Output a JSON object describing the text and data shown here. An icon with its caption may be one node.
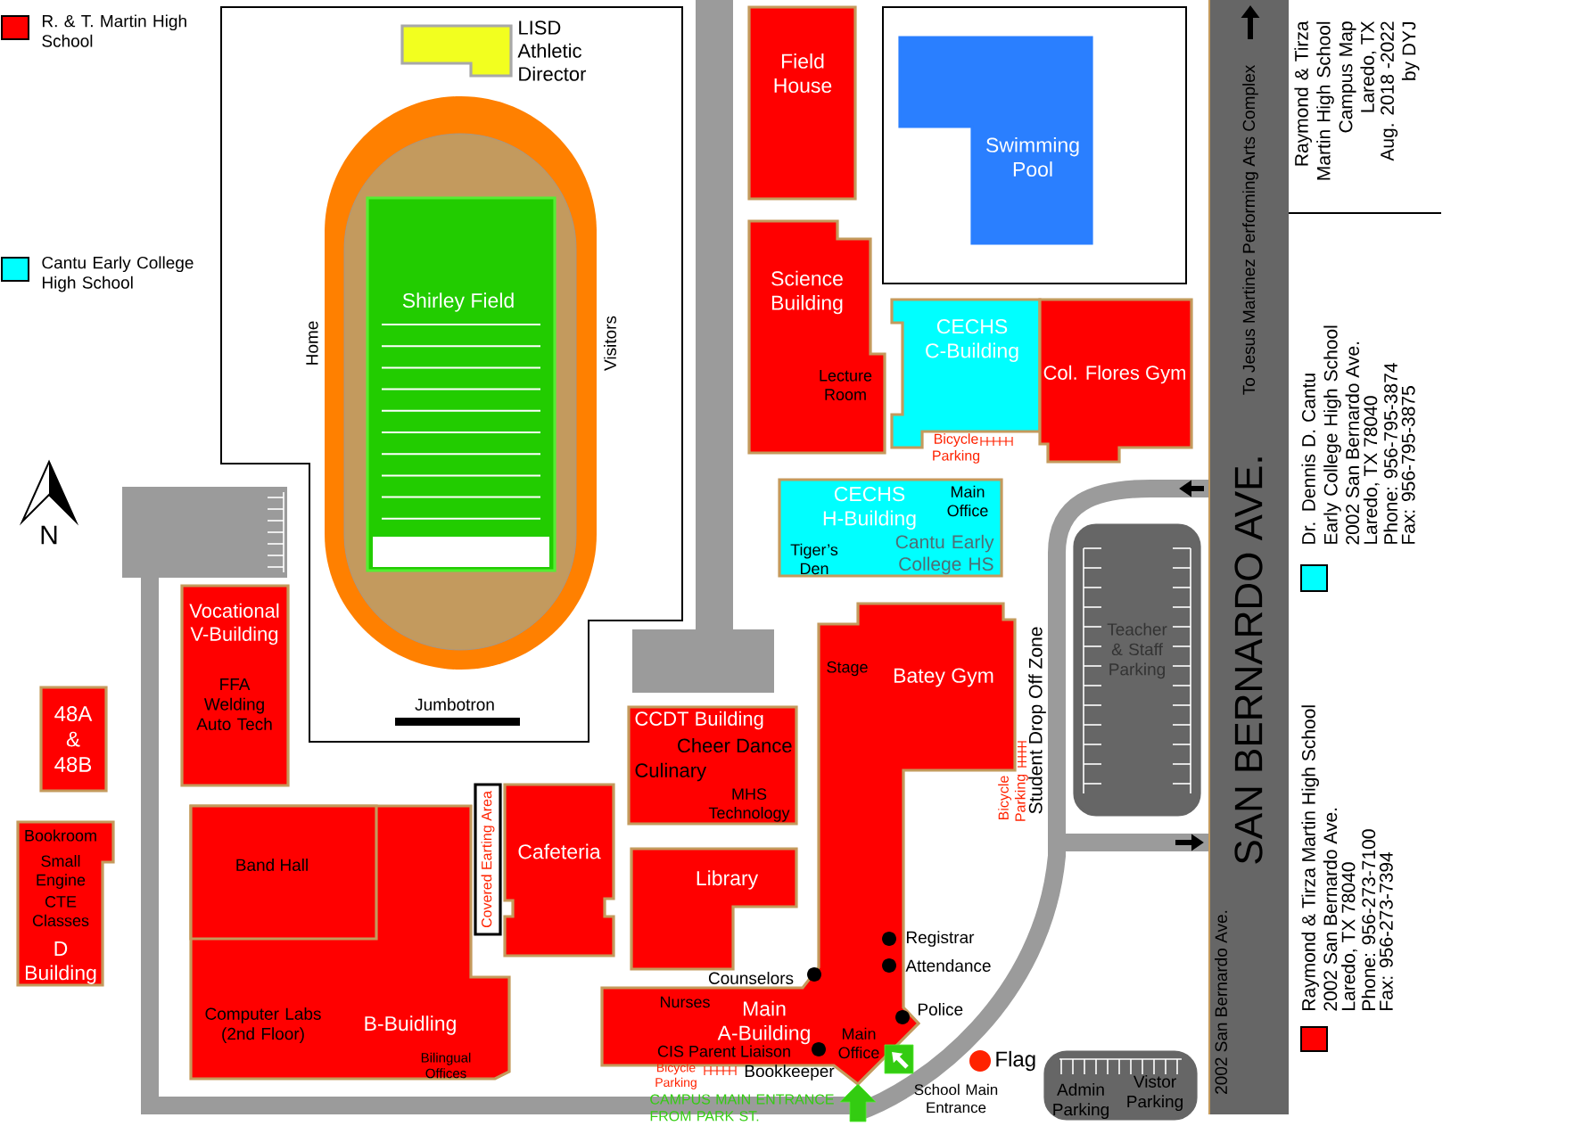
{
  "diagram": {
    "title": "Raymond & Tirza Martin High School Campus Map",
    "nodes": [
      {
        "text": [
          "LISD Athletic Director"
        ]
      },
      {
        "text": [
          "Shirley Field"
        ]
      },
      {
        "text": [
          "Field House"
        ]
      },
      {
        "text": [
          "Swimming Pool"
        ]
      },
      {
        "text": [
          "Science Building",
          "Lecture Room"
        ]
      },
      {
        "text": [
          "CECHS C-Building"
        ]
      },
      {
        "text": [
          "Col. Flores Gym"
        ]
      },
      {
        "text": [
          "CECHS H-Building",
          "Main Office",
          "Tiger’s Den",
          "Cantu Early College HS"
        ]
      },
      {
        "text": [
          "Stage",
          "Batey Gym",
          "Nurses",
          "Main A-Building",
          "CIS Parent Liaison",
          "Main Office"
        ],
        "beside": [
          "Registrar",
          "Attendance",
          "Counselors",
          "Police",
          "Bookkeeper"
        ]
      },
      {
        "text": [
          "CCDT Building",
          "Cheer Dance",
          "Culinary",
          "MHS Technology"
        ]
      },
      {
        "text": [
          "Library"
        ]
      },
      {
        "text": [
          "Cafeteria"
        ]
      },
      {
        "text": [
          "Covered Earting Area"
        ]
      },
      {
        "text": [
          "Computer Labs (2nd Floor)",
          "B-Buidling",
          "Bilingual Offices"
        ]
      },
      {
        "text": [
          "Band Hall"
        ],
        "in": 13
      },
      {
        "text": [
          "Vocational V-Building",
          "FFA Welding Auto Tech"
        ]
      },
      {
        "text": [
          "48A & 48B"
        ]
      },
      {
        "text": [
          "Bookroom",
          "Small Engine",
          "CTE Classes",
          "D Building"
        ]
      },
      {
        "text": [
          "Teacher & Staff Parking"
        ]
      },
      {
        "text": [
          "Admin Parking",
          "Vistor Parking"
        ]
      }
    ],
    "labels": [
      "Home",
      "Visitors",
      "Jumbotron",
      "Bicycle Parking",
      "Bicycle Parking",
      "Student Drop Off Zone",
      "Bicycle Parking",
      "Flag",
      "CAMPUS MAIN ENTRANCE FROM PARK ST.",
      "School Main Entrance",
      "N",
      "SAN BERNARDO AVE.",
      "To Jesus Martinez Performing Arts Complex",
      "2002 San Bernardo Ave.",
      "Laredo, TX",
      "Aug. 2018 -2022",
      "by DYJ",
      "2002 San Bernardo Ave.",
      "Laredo, TX 78040",
      "Phone: 956-273-7100",
      "Fax: 956-273-7394",
      "2002 San Bernardo Ave.",
      "Laredo, TX 78040",
      "Phone: 956-795-3874",
      "Fax: 956-795-3875"
    ],
    "legend": [
      {
        "text": "R. & T. Martin High School",
        "color": "#ff0000"
      },
      {
        "text": "Cantu Early College High School",
        "color": "#00ffff"
      },
      {
        "text": "Raymond & Tirza Martin High School",
        "color": "#ff0000"
      },
      {
        "text": "Dr. Dennis D. Cantu Early College High School",
        "color": "#00ffff"
      }
    ]
  }
}
